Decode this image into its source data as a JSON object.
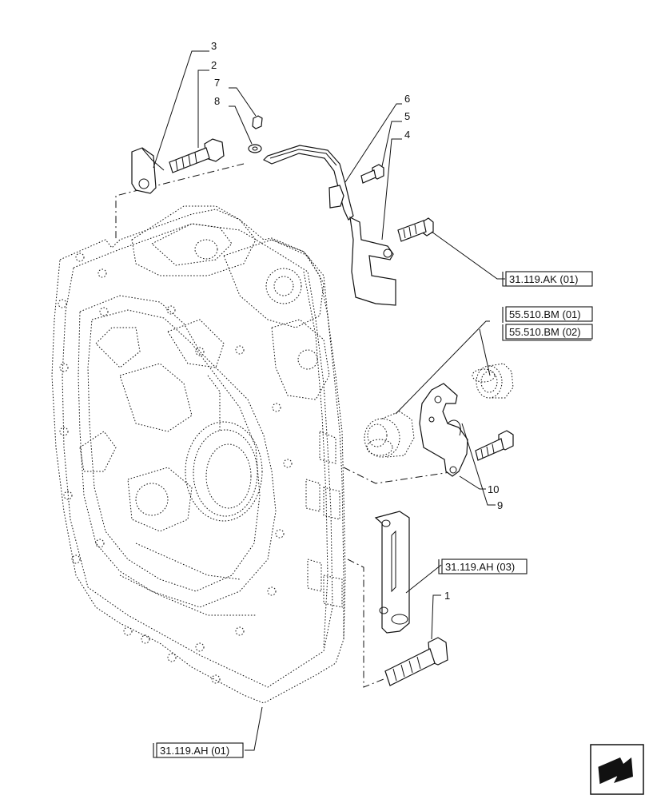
{
  "callouts": {
    "c1": "1",
    "c2": "2",
    "c3": "3",
    "c4": "4",
    "c5": "5",
    "c6": "6",
    "c7": "7",
    "c8": "8",
    "c9": "9",
    "c10": "10"
  },
  "references": {
    "ak01": "31.119.AK (01)",
    "bm01": "55.510.BM (01)",
    "bm02": "55.510.BM (02)",
    "ah03": "31.119.AH (03)",
    "ah01": "31.119.AH (01)"
  },
  "icons": {
    "nav": "next-page-arrow-icon"
  }
}
